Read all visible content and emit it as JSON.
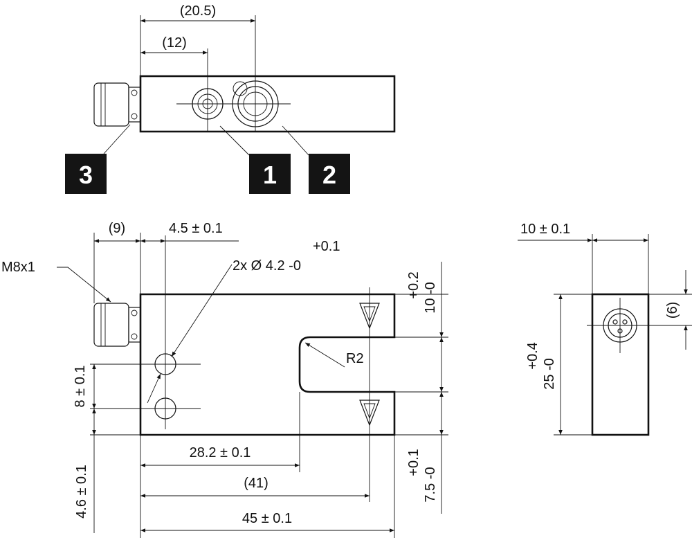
{
  "callouts": {
    "badge_1": "1",
    "badge_2": "2",
    "badge_3": "3"
  },
  "top_view": {
    "dim_overall": "(20.5)",
    "dim_partial": "(12)"
  },
  "front_view": {
    "dim_connector": "(9)",
    "dim_hole_offset": "4.5 ± 0.1",
    "hole_callout": "2x Ø 4.2 -0",
    "hole_tol_plus": "+0.1",
    "thread_label": "M8x1",
    "dim_hole_pitch": "8 ± 0.1",
    "dim_bottom_offset": "4.6 ± 0.1",
    "dim_slot_depth": "28.2 ± 0.1",
    "dim_partial_width": "(41)",
    "dim_total_width": "45 ± 0.1",
    "dim_fork_height_nominal": "10 -0",
    "dim_fork_height_tol": "+0.2",
    "dim_slot_width_nominal": "7.5 -0",
    "dim_slot_width_tol": "+0.1",
    "radius_label": "R2"
  },
  "side_view": {
    "dim_width": "10 ± 0.1",
    "dim_height_nominal": "25 -0",
    "dim_height_tol": "+0.4",
    "dim_connector_center": "(6)"
  }
}
